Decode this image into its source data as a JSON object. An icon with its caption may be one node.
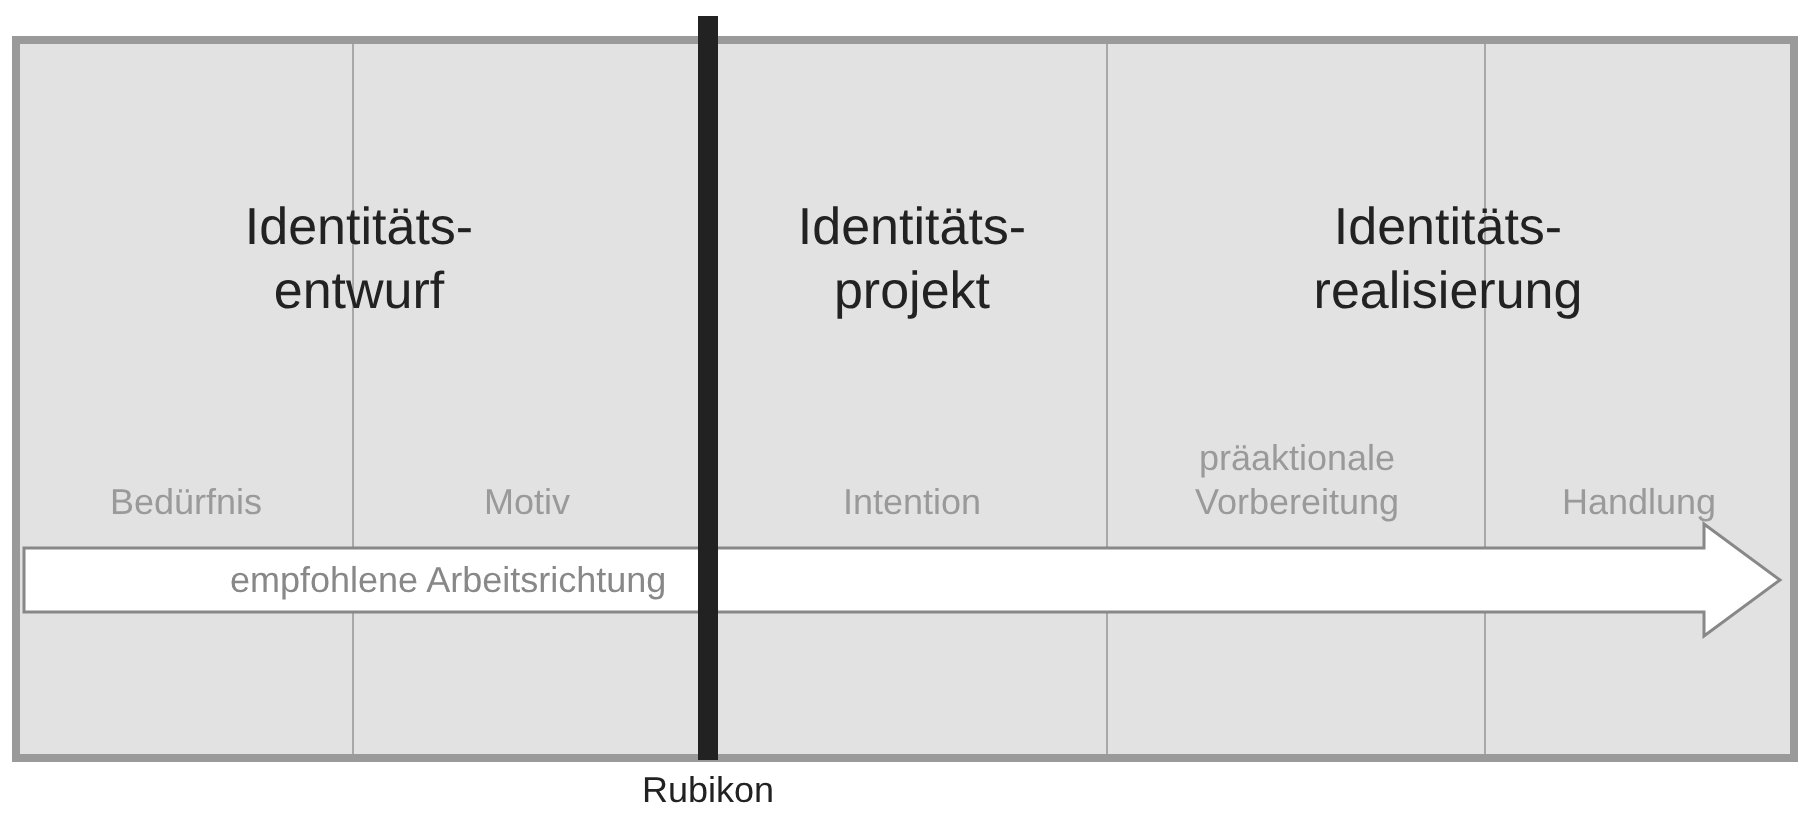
{
  "diagram": {
    "nodes": [
      {
        "text": [
          "Identitäts- entwurf"
        ]
      },
      {
        "text": [
          "Identitäts- projekt"
        ]
      },
      {
        "text": [
          "Identitäts- realisierung"
        ]
      },
      {
        "text": [
          "Bedürfnis"
        ],
        "in": 0
      },
      {
        "text": [
          "Motiv"
        ],
        "in": 0
      },
      {
        "text": [
          "Intention"
        ],
        "in": 1
      },
      {
        "text": [
          "präaktionale Vorbereitung"
        ],
        "in": 2
      },
      {
        "text": [
          "Handlung"
        ],
        "in": 2
      }
    ],
    "edges": [],
    "labels": [
      "empfohlene Arbeitsrichtung",
      "Rubikon"
    ]
  }
}
